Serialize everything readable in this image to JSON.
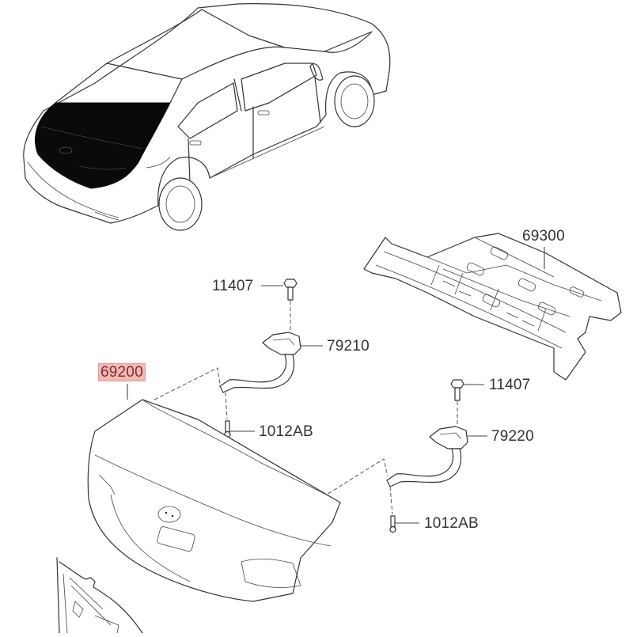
{
  "diagram": {
    "type": "exploded parts diagram",
    "subject": "trunk lid assembly",
    "highlight_color": "#f2b8b4",
    "parts": [
      {
        "id": "69200",
        "label": "69200",
        "description": "trunk lid",
        "highlighted": true
      },
      {
        "id": "69300",
        "label": "69300",
        "description": "rear package tray panel",
        "highlighted": false
      },
      {
        "id": "79210",
        "label": "79210",
        "description": "trunk lid hinge (left)",
        "highlighted": false
      },
      {
        "id": "79220",
        "label": "79220",
        "description": "trunk lid hinge (right)",
        "highlighted": false
      },
      {
        "id": "11407_a",
        "label": "11407",
        "description": "bolt (left hinge)",
        "highlighted": false
      },
      {
        "id": "11407_b",
        "label": "11407",
        "description": "bolt (right hinge)",
        "highlighted": false
      },
      {
        "id": "1012AB_a",
        "label": "1012AB",
        "description": "bolt (left lid)",
        "highlighted": false
      },
      {
        "id": "1012AB_b",
        "label": "1012AB",
        "description": "bolt (right lid)",
        "highlighted": false
      }
    ]
  }
}
